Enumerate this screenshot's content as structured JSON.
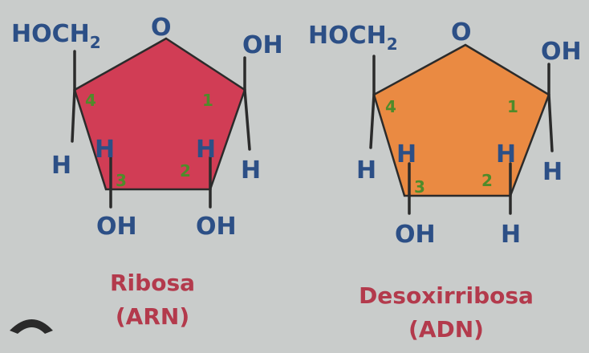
{
  "colors": {
    "background": "#c9cccb",
    "ribose_fill": "#d13d55",
    "deoxyribose_fill": "#ea8a42",
    "label_text": "#2c4f86",
    "carbon_number": "#4f8b2a",
    "sugar_name": "#b33a4c"
  },
  "ribose": {
    "hoch2_main": "HOCH",
    "hoch2_sub": "2",
    "ring_oxygen": "O",
    "c1_oh": "OH",
    "c1_h": "H",
    "c4_h": "H",
    "c3_h": "H",
    "c2_h": "H",
    "c3_oh": "OH",
    "c2_oh": "OH",
    "num_4": "4",
    "num_1": "1",
    "num_3": "3",
    "num_2": "2",
    "name": "Ribosa",
    "type": "(ARN)"
  },
  "deoxyribose": {
    "hoch2_main": "HOCH",
    "hoch2_sub": "2",
    "ring_oxygen": "O",
    "c1_oh": "OH",
    "c1_h": "H",
    "c4_h": "H",
    "c3_h": "H",
    "c2_h": "H",
    "c3_oh": "OH",
    "c2_h_bottom": "H",
    "num_4": "4",
    "num_1": "1",
    "num_3": "3",
    "num_2": "2",
    "name": "Desoxirribosa",
    "type": "(ADN)"
  },
  "decorative": {
    "corner_mark": "dark-arc-icon"
  }
}
